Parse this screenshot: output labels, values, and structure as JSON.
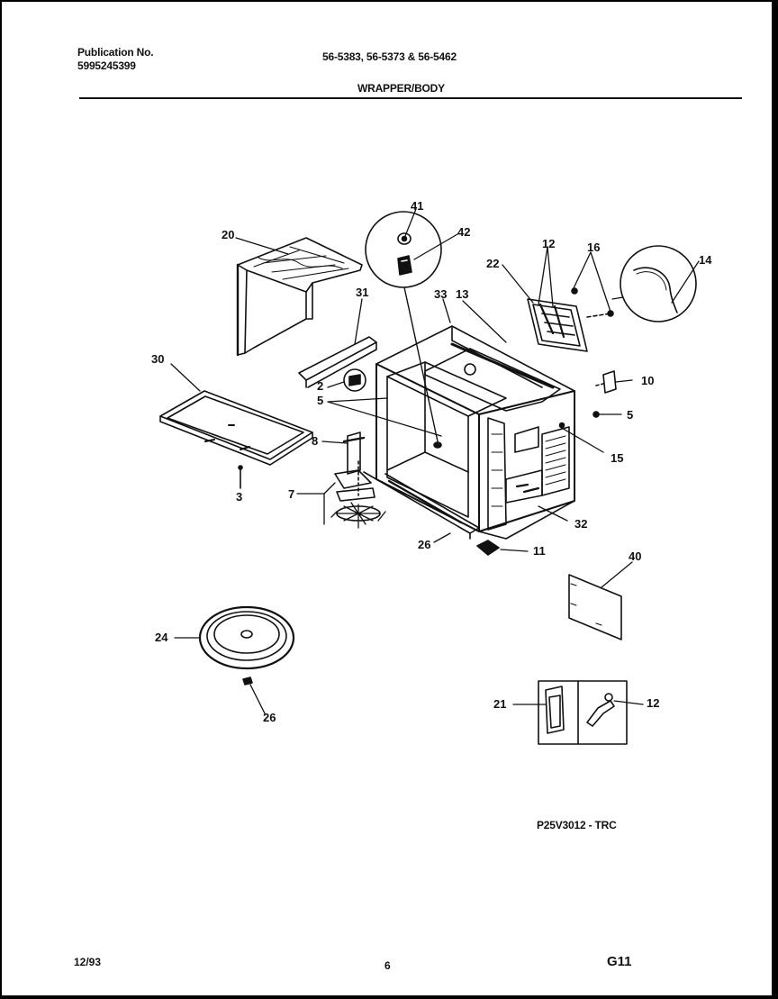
{
  "header": {
    "publication_label": "Publication No.",
    "publication_number": "5995245399",
    "models": "56-5383, 56-5373 & 56-5462",
    "section_title": "WRAPPER/BODY"
  },
  "callouts": [
    "41",
    "42",
    "20",
    "12",
    "16",
    "22",
    "14",
    "31",
    "33",
    "13",
    "30",
    "10",
    "2",
    "5",
    "5",
    "8",
    "15",
    "7",
    "3",
    "32",
    "26",
    "11",
    "40",
    "24",
    "26",
    "21",
    "12"
  ],
  "figure_code": "P25V3012 - TRC",
  "footer": {
    "date": "12/93",
    "page": "6",
    "section": "G11"
  }
}
